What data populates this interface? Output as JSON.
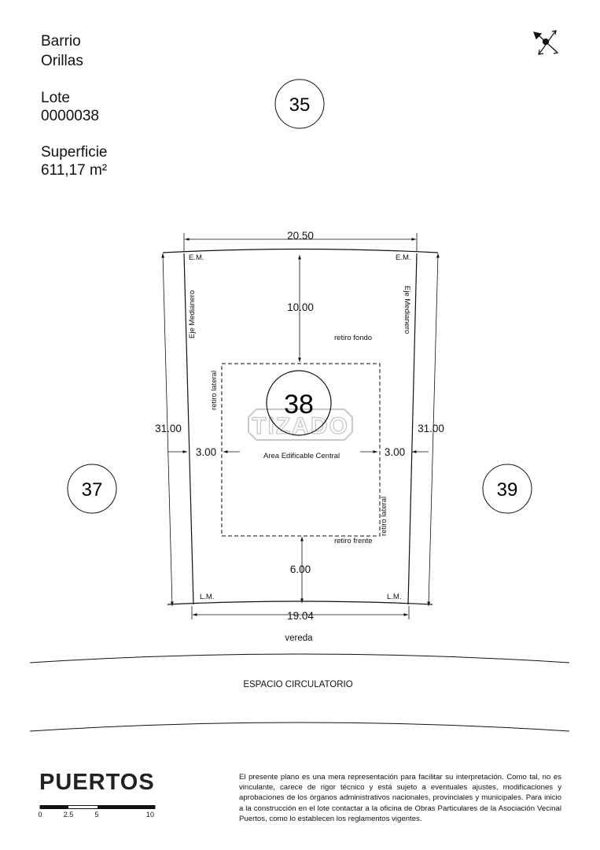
{
  "header": {
    "barrio_label": "Barrio",
    "barrio_name": "Orillas",
    "lote_label": "Lote",
    "lote_number": "0000038",
    "superficie_label": "Superficie",
    "superficie_value": "611,17 m²"
  },
  "lots": {
    "main": "38",
    "top": "35",
    "left": "37",
    "right": "39"
  },
  "dimensions": {
    "top_width": "20.50",
    "bottom_width": "19.04",
    "left_length": "31.00",
    "right_length": "31.00",
    "setback_back": "10.00",
    "setback_front": "6.00",
    "setback_left": "3.00",
    "setback_right": "3.00"
  },
  "labels": {
    "em_left": "E.M.",
    "em_right": "E.M.",
    "lm_left": "L.M.",
    "lm_right": "L.M.",
    "eje_left": "Eje Medianero",
    "eje_right": "Eje Medianero",
    "retiro_fondo": "retiro fondo",
    "retiro_frente": "retiro frente",
    "retiro_lateral_left": "retiro lateral",
    "retiro_lateral_right": "retiro lateral",
    "area": "Area Edificable Central",
    "vereda": "vereda",
    "espacio": "ESPACIO CIRCULATORIO",
    "watermark": "TIZADO"
  },
  "scale": {
    "ticks": [
      "0",
      "2.5",
      "5",
      "10"
    ]
  },
  "footer": {
    "logo": "PUERTOS",
    "disclaimer": "El presente plano es una mera representación para facilitar su interpretación. Como tal, no es vinculante, carece de rigor técnico y está sujeto a eventuales ajustes, modificaciones y aprobaciones de los órganos administrativos nacionales, provinciales y municipales. Para inicio a la construcción en el lote contactar a la oficina de Obras Particulares de la Asociación Vecinal Puertos, como lo establecen los reglamentos vigentes."
  },
  "icons": {
    "compass": "north-arrow-icon"
  }
}
